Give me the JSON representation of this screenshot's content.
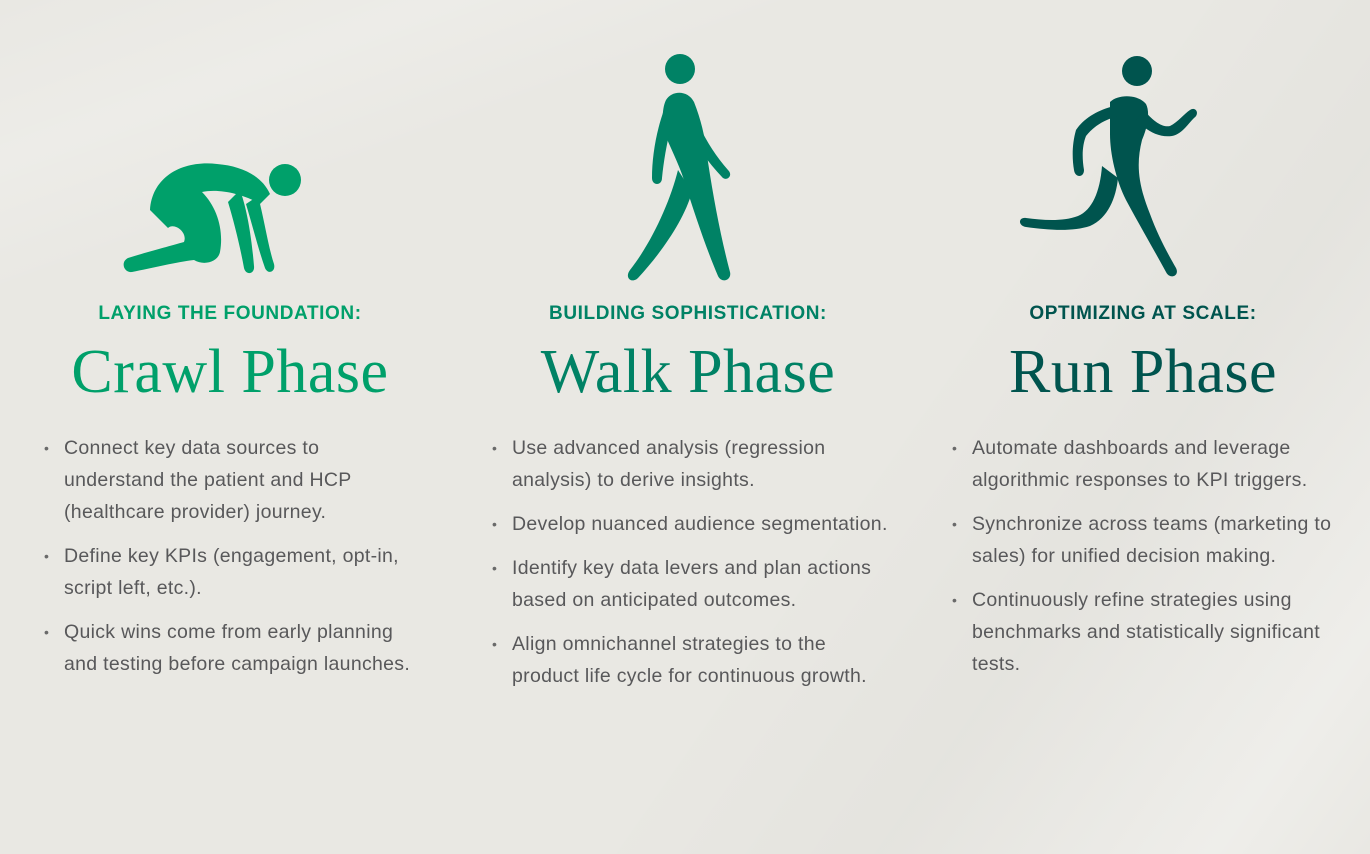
{
  "colors": {
    "background": "#e9e8e3",
    "crawl": "#00a06a",
    "walk": "#008265",
    "run": "#00544e",
    "body_text": "#58585a"
  },
  "phases": [
    {
      "id": "crawl",
      "icon": "crawling-person-icon",
      "eyebrow": "LAYING THE FOUNDATION:",
      "title": "Crawl Phase",
      "bullets": [
        "Connect key data sources to understand the patient and HCP (healthcare provider) journey.",
        "Define key KPIs (engagement, opt-in, script left, etc.).",
        "Quick wins come from early planning and testing before campaign launches."
      ]
    },
    {
      "id": "walk",
      "icon": "walking-person-icon",
      "eyebrow": "BUILDING SOPHISTICATION:",
      "title": "Walk Phase",
      "bullets": [
        "Use advanced analysis (regression analysis) to derive insights.",
        "Develop nuanced audience segmentation.",
        "Identify key data levers and plan actions based on anticipated outcomes.",
        "Align omnichannel strategies to the product life cycle for continuous growth."
      ]
    },
    {
      "id": "run",
      "icon": "running-person-icon",
      "eyebrow": "OPTIMIZING AT SCALE:",
      "title": "Run Phase",
      "bullets": [
        "Automate dashboards and leverage algorithmic responses to KPI triggers.",
        "Synchronize across teams (marketing to sales) for unified decision making.",
        "Continuously refine strategies using benchmarks and statistically significant tests."
      ]
    }
  ],
  "bullet_glyph": "•"
}
